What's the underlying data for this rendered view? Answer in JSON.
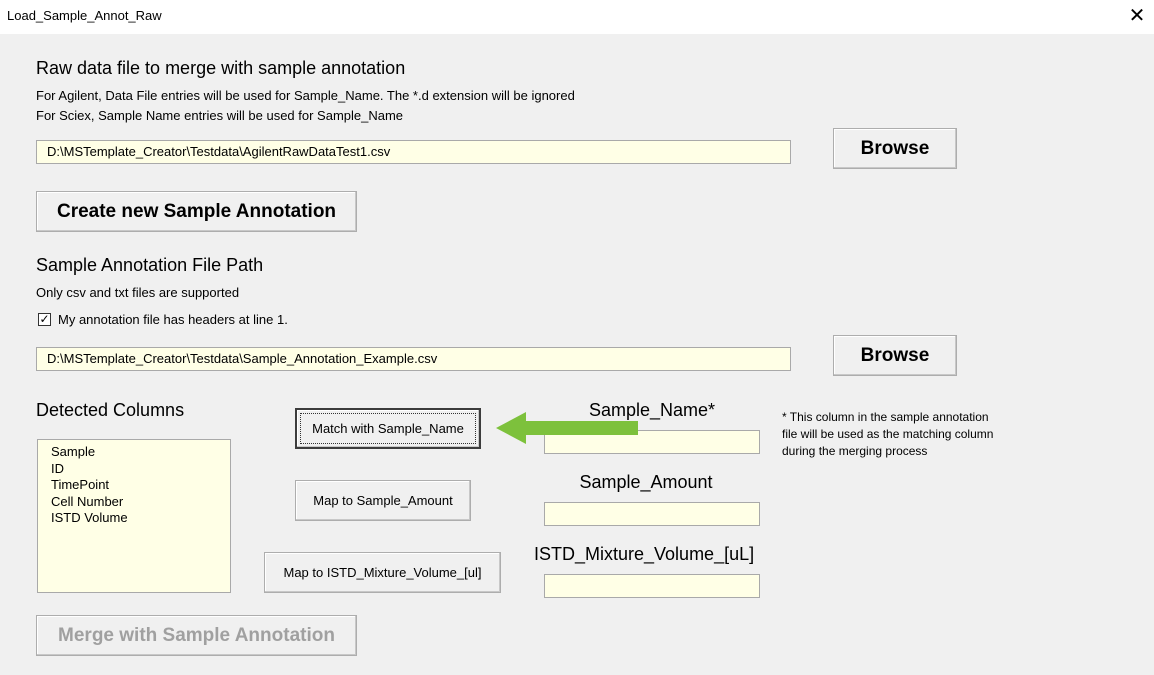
{
  "window": {
    "title": "Load_Sample_Annot_Raw",
    "close_glyph": "✕"
  },
  "raw": {
    "heading": "Raw data file to merge with sample annotation",
    "note1": "For Agilent, Data File entries will be used for Sample_Name. The *.d extension will be ignored",
    "note2": "For Sciex, Sample Name entries will be used for Sample_Name",
    "path_value": "D:\\MSTemplate_Creator\\Testdata\\AgilentRawDataTest1.csv",
    "browse_label": "Browse"
  },
  "create_button_label": "Create new Sample Annotation",
  "annotation": {
    "heading": "Sample Annotation File Path",
    "note": "Only csv and txt files are supported",
    "checkbox_label": "My annotation file has headers at line 1.",
    "checkbox_checked": true,
    "path_value": "D:\\MSTemplate_Creator\\Testdata\\Sample_Annotation_Example.csv",
    "browse_label": "Browse"
  },
  "detected": {
    "heading": "Detected Columns",
    "items": [
      "Sample",
      "ID",
      "TimePoint",
      "Cell Number",
      "ISTD Volume"
    ]
  },
  "mapping": {
    "match_button": "Match with Sample_Name",
    "amount_button": "Map to Sample_Amount",
    "istd_button": "Map to ISTD_Mixture_Volume_[ul]",
    "sample_name_label": "Sample_Name*",
    "sample_amount_label": "Sample_Amount",
    "istd_label": "ISTD_Mixture_Volume_[uL]",
    "sample_name_value": "",
    "sample_amount_value": "",
    "istd_value": "",
    "footnote": [
      "* This column in the sample annotation",
      "file will be used as the matching column",
      "during the merging process"
    ],
    "arrow_color": "#7dc13c"
  },
  "merge_button_label": "Merge with Sample Annotation"
}
